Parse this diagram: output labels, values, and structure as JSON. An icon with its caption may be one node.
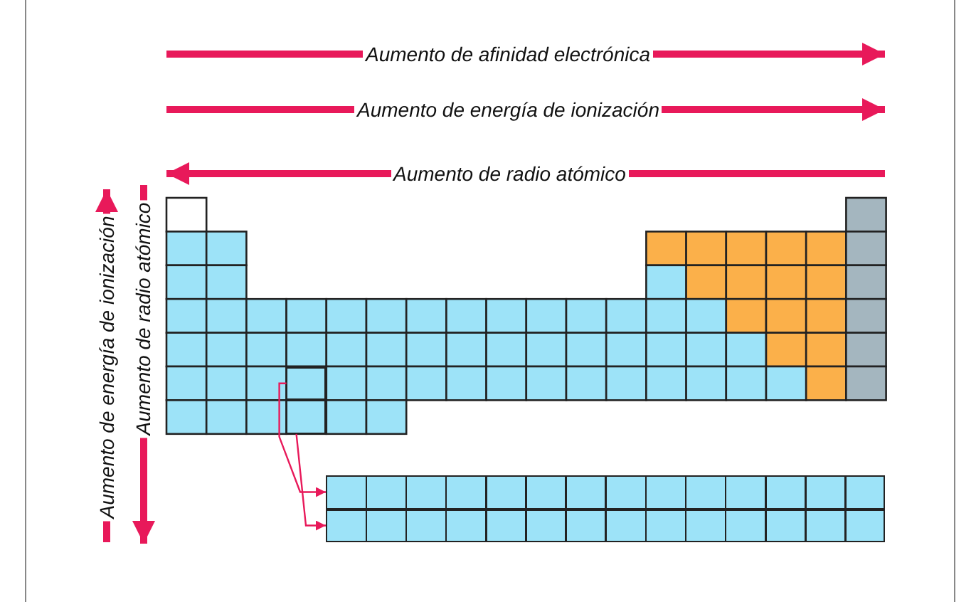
{
  "diagram": {
    "nodes": [
      {
        "text": [],
        "shape": "box"
      },
      {
        "text": [],
        "shape": "box"
      },
      {
        "text": [],
        "shape": "bar"
      },
      {
        "text": [],
        "shape": "bar"
      }
    ],
    "edges": [
      {
        "from": 0,
        "to": 2,
        "arrow": "to"
      },
      {
        "from": 1,
        "to": 3,
        "arrow": "to"
      }
    ],
    "labels": [
      "Aumento de afinidad electrónica",
      "Aumento de energía de ionización",
      "Aumento de radio atómico",
      "Aumento de energía de ionización",
      "Aumento de radio atómico"
    ]
  }
}
